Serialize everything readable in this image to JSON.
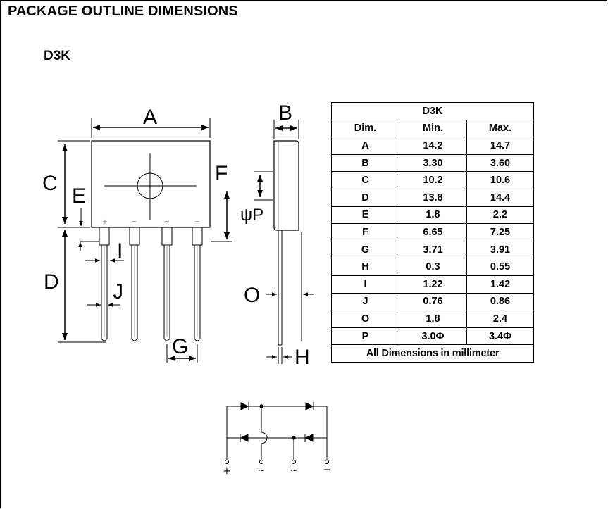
{
  "page_title": "PACKAGE OUTLINE DIMENSIONS",
  "package_name": "D3K",
  "drawing": {
    "labels": {
      "A": "A",
      "B": "B",
      "C": "C",
      "D": "D",
      "E": "E",
      "F": "F",
      "G": "G",
      "H": "H",
      "I": "I",
      "J": "J",
      "O": "O",
      "P": "ψP"
    },
    "pin_symbols": [
      "+",
      "~",
      "~",
      "−"
    ]
  },
  "table": {
    "title": "D3K",
    "headers": [
      "Dim.",
      "Min.",
      "Max."
    ],
    "rows": [
      {
        "dim": "A",
        "min": "14.2",
        "max": "14.7"
      },
      {
        "dim": "B",
        "min": "3.30",
        "max": "3.60"
      },
      {
        "dim": "C",
        "min": "10.2",
        "max": "10.6"
      },
      {
        "dim": "D",
        "min": "13.8",
        "max": "14.4"
      },
      {
        "dim": "E",
        "min": "1.8",
        "max": "2.2"
      },
      {
        "dim": "F",
        "min": "6.65",
        "max": "7.25"
      },
      {
        "dim": "G",
        "min": "3.71",
        "max": "3.91"
      },
      {
        "dim": "H",
        "min": "0.3",
        "max": "0.55"
      },
      {
        "dim": "I",
        "min": "1.22",
        "max": "1.42"
      },
      {
        "dim": "J",
        "min": "0.76",
        "max": "0.86"
      },
      {
        "dim": "O",
        "min": "1.8",
        "max": "2.4"
      },
      {
        "dim": "P",
        "min": "3.0Φ",
        "max": "3.4Φ"
      }
    ],
    "note": "All Dimensions in millimeter"
  },
  "schematic": {
    "terminal_symbols": [
      "+",
      "~",
      "~",
      "−"
    ]
  }
}
